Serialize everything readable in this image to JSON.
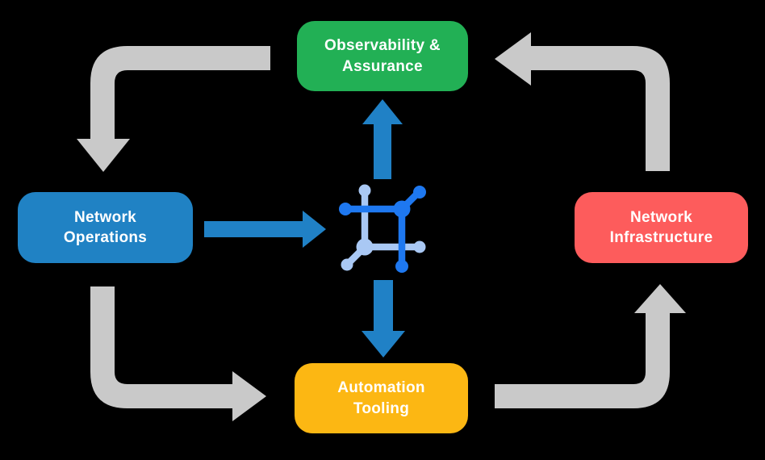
{
  "nodes": {
    "observability": {
      "label": "Observability &\nAssurance",
      "color": "#22b055"
    },
    "operations": {
      "label": "Network\nOperations",
      "color": "#2082c4"
    },
    "infrastructure": {
      "label": "Network\nInfrastructure",
      "color": "#fd5c5c"
    },
    "automation": {
      "label": "Automation\nTooling",
      "color": "#fcb713"
    }
  },
  "colors": {
    "background": "#000000",
    "arrow_gray": "#c9c9c9",
    "arrow_blue": "#2081c6",
    "icon_blue_dark": "#1e78f0",
    "icon_blue_light": "#a9c8f4",
    "label_text": "#ffffff"
  },
  "icons": {
    "center": "network-nodes-icon"
  },
  "flows": [
    {
      "from": "observability",
      "to": "operations",
      "style": "gray-bent-arrow"
    },
    {
      "from": "operations",
      "to": "automation",
      "style": "gray-bent-arrow"
    },
    {
      "from": "automation",
      "to": "infrastructure",
      "style": "gray-bent-arrow"
    },
    {
      "from": "infrastructure",
      "to": "observability",
      "style": "gray-bent-arrow"
    },
    {
      "from": "operations",
      "to": "center-icon",
      "style": "blue-arrow"
    },
    {
      "from": "center-icon",
      "to": "observability",
      "style": "blue-arrow"
    },
    {
      "from": "center-icon",
      "to": "automation",
      "style": "blue-arrow"
    }
  ]
}
